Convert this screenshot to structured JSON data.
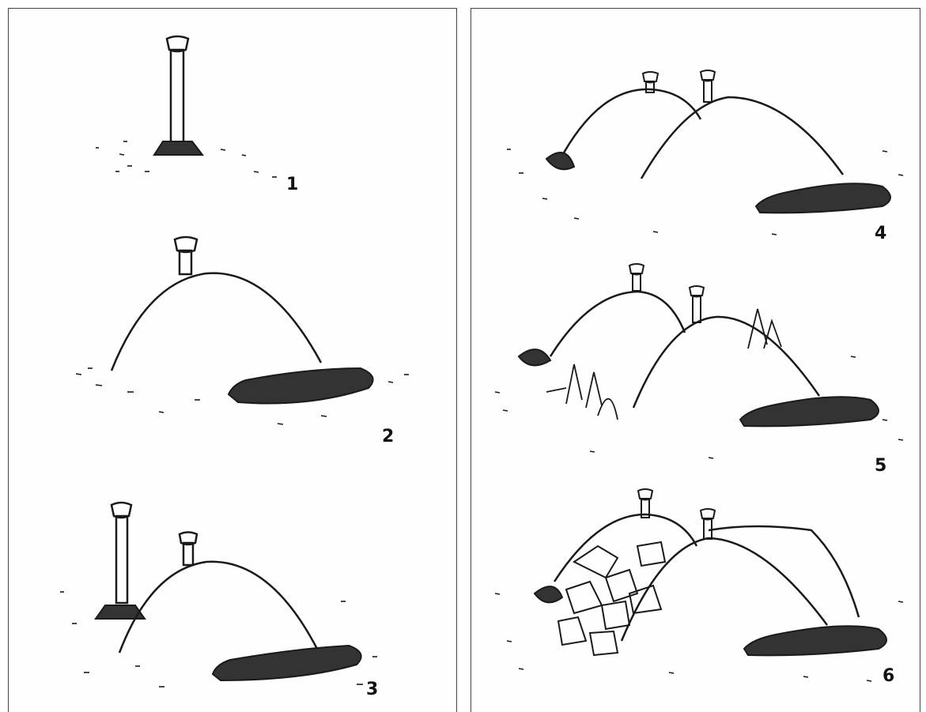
{
  "figure": {
    "left_column": [
      {
        "id": "step-1",
        "label": "1",
        "content": "pole-only"
      },
      {
        "id": "step-2",
        "label": "2",
        "content": "single-mound"
      },
      {
        "id": "step-3",
        "label": "3",
        "content": "pole-and-mound"
      }
    ],
    "right_column": [
      {
        "id": "step-4",
        "label": "4",
        "content": "double-mound"
      },
      {
        "id": "step-5",
        "label": "5",
        "content": "double-mound-burning"
      },
      {
        "id": "step-6",
        "label": "6",
        "content": "double-mound-stone-facing"
      }
    ],
    "colors": {
      "ink": "#1a1a1a",
      "paper": "#ffffff",
      "border": "#444444"
    }
  }
}
